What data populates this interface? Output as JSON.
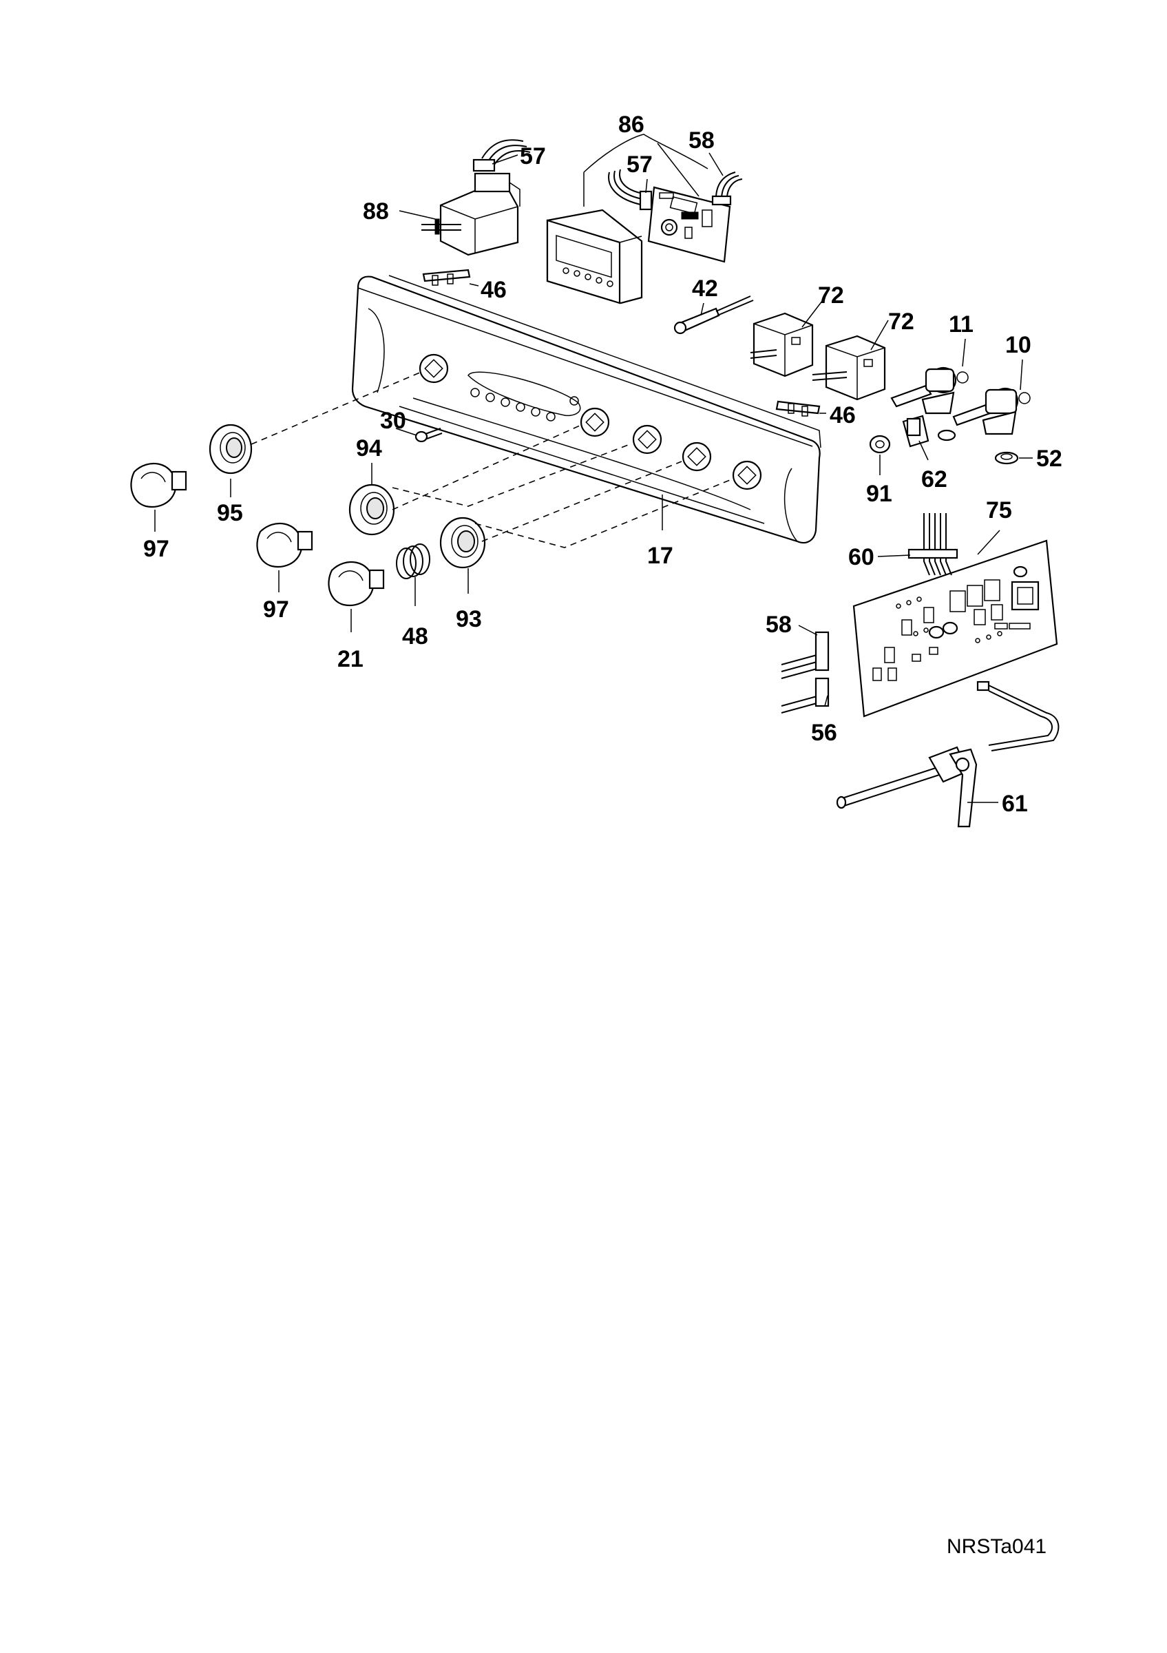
{
  "drawing_code": "NRSTa041",
  "part_labels": {
    "p57a": "57",
    "p86": "86",
    "p58a": "58",
    "p57b": "57",
    "p88": "88",
    "p46a": "46",
    "p42": "42",
    "p72a": "72",
    "p72b": "72",
    "p11": "11",
    "p10": "10",
    "p46b": "46",
    "p30": "30",
    "p94": "94",
    "p95": "95",
    "p97a": "97",
    "p97b": "97",
    "p21": "21",
    "p48": "48",
    "p93": "93",
    "p17": "17",
    "p91": "91",
    "p62": "62",
    "p52": "52",
    "p75": "75",
    "p60": "60",
    "p58b": "58",
    "p56": "56",
    "p61": "61"
  }
}
